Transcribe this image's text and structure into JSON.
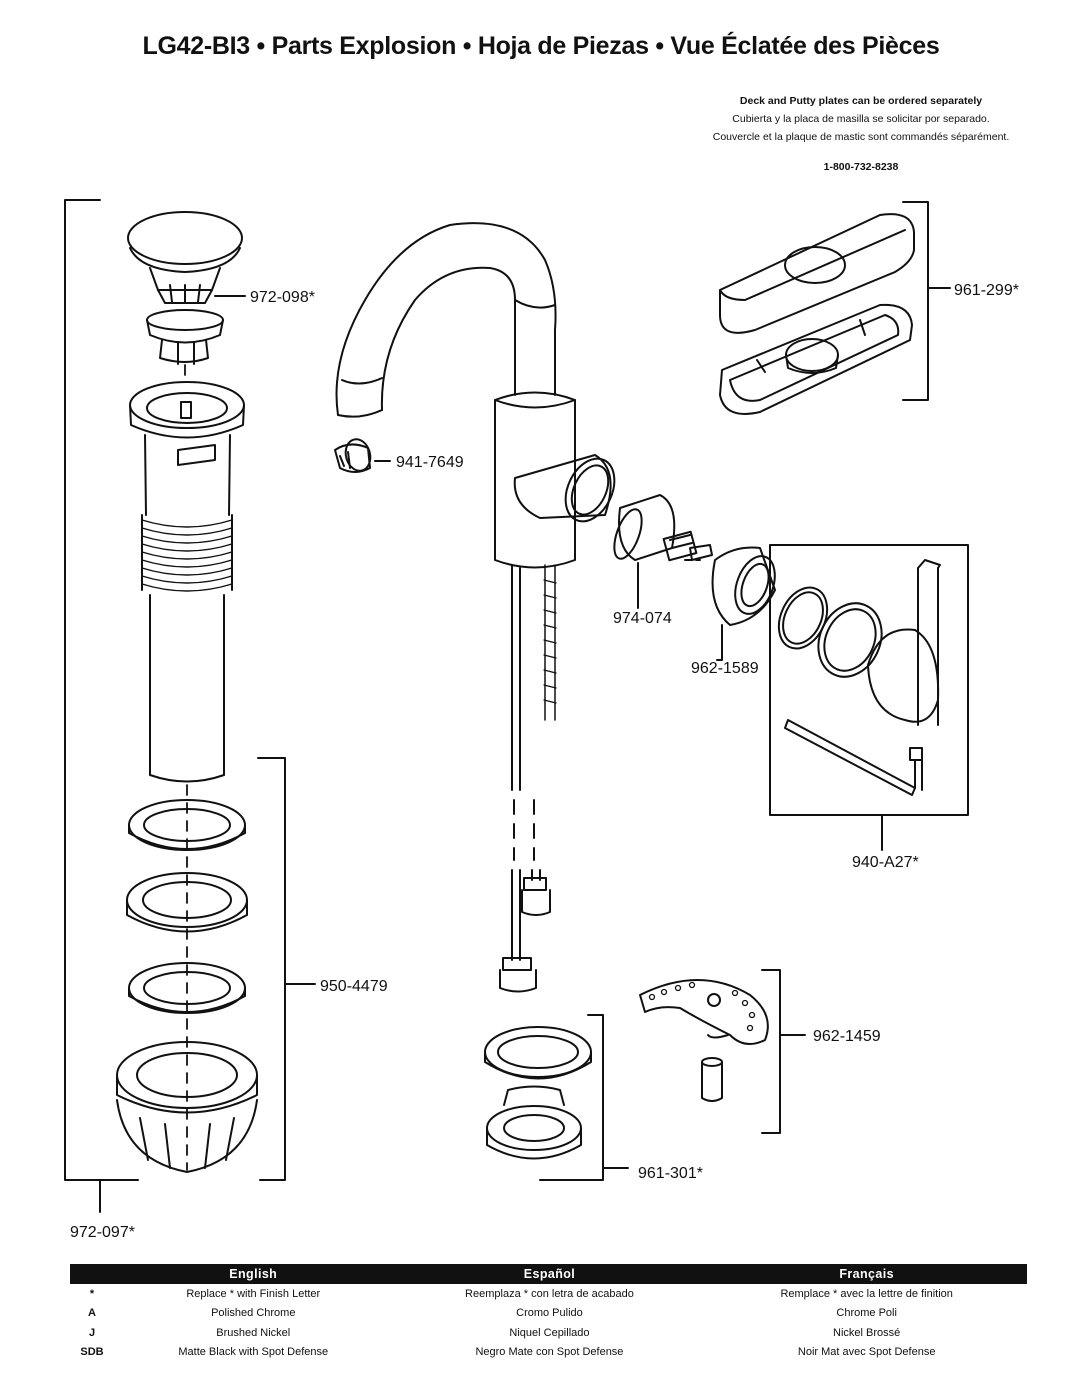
{
  "title": "LG42-BI3  •  Parts Explosion  •  Hoja de Piezas  •  Vue Éclatée des Pièces",
  "note": {
    "line1": "Deck and Putty plates can be ordered separately",
    "line2": "Cubierta y la placa de masilla se solicitar por separado.",
    "line3": "Couvercle et la plaque de mastic sont commandés séparément.",
    "phone": "1-800-732-8238"
  },
  "parts": {
    "p972_098": "972-098*",
    "p941_7649": "941-7649",
    "p961_299": "961-299*",
    "p974_074": "974-074",
    "p962_1589": "962-1589",
    "p940_a27": "940-A27*",
    "p950_4479": "950-4479",
    "p962_1459": "962-1459",
    "p961_301": "961-301*",
    "p972_097": "972-097*"
  },
  "legend": {
    "headers": [
      "English",
      "Español",
      "Français"
    ],
    "rows": [
      {
        "code": "*",
        "en": "Replace * with Finish Letter",
        "es": "Reemplaza * con letra de acabado",
        "fr": "Remplace * avec la lettre de finition"
      },
      {
        "code": "A",
        "en": "Polished Chrome",
        "es": "Cromo Pulido",
        "fr": "Chrome Poli"
      },
      {
        "code": "J",
        "en": "Brushed Nickel",
        "es": "Niquel Cepillado",
        "fr": "Nickel Brossé"
      },
      {
        "code": "SDB",
        "en": "Matte Black with Spot Defense",
        "es": "Negro Mate con Spot Defense",
        "fr": "Noir Mat avec Spot Defense"
      }
    ]
  }
}
